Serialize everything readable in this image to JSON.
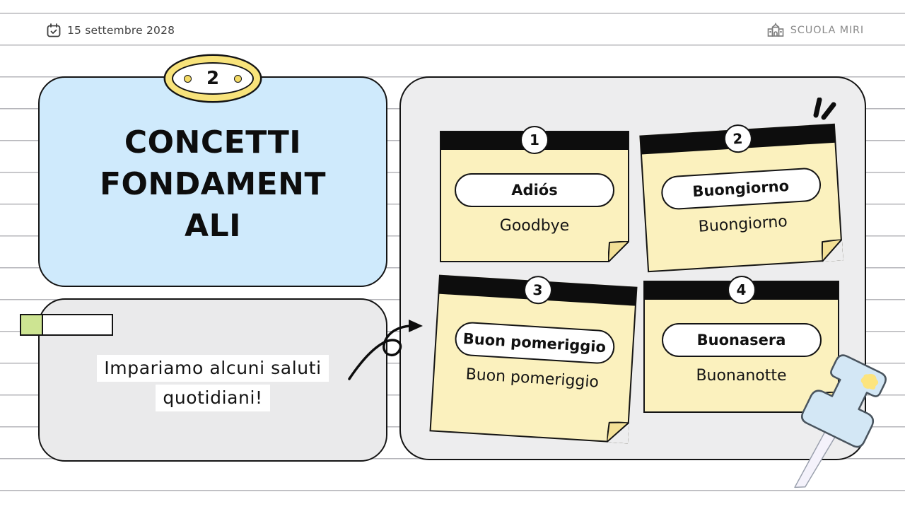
{
  "header": {
    "date": "15 settembre 2028",
    "school": "SCUOLA MIRI"
  },
  "title_card": {
    "badge_number": "2",
    "lines": [
      "CONCETTI",
      "FONDAMENT",
      "ALI"
    ],
    "full_title": "CONCETTI FONDAMENTALI"
  },
  "subtitle_card": {
    "lines": [
      "Impariamo alcuni saluti",
      "quotidiani!"
    ]
  },
  "notes": [
    {
      "number": "1",
      "term": "Adiós",
      "translation": "Goodbye"
    },
    {
      "number": "2",
      "term": "Buongiorno",
      "translation": "Buongiorno"
    },
    {
      "number": "3",
      "term": "Buon pomeriggio",
      "translation": "Buon pomeriggio"
    },
    {
      "number": "4",
      "term": "Buonasera",
      "translation": "Buonanotte"
    }
  ],
  "colors": {
    "card_blue": "#cfeafc",
    "note_yellow": "#fbf1be",
    "badge_ring_yellow": "#f8e37b",
    "tab_green": "#cde492",
    "pin_blue": "#d3e7f5",
    "ruled_line_gray": "#b5b5ba",
    "ink_black": "#141414"
  }
}
